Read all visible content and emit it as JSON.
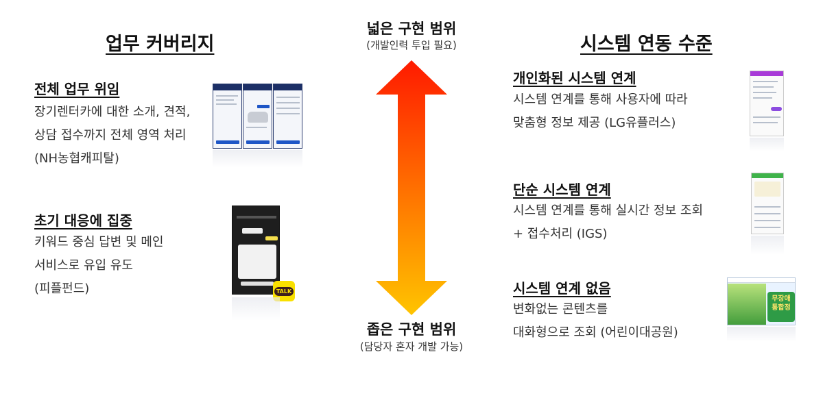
{
  "left": {
    "heading": "업무 커버리지",
    "sections": [
      {
        "title": "전체 업무 위임",
        "lines": [
          "장기렌터카에 대한 소개, 견적,",
          "상담 접수까지 전체 영역 처리",
          "(NH농협캐피탈)"
        ]
      },
      {
        "title": "초기 대응에 집중",
        "lines": [
          "키워드 중심 답변 및 메인",
          "서비스로 유입 유도",
          "(피플펀드)"
        ]
      }
    ]
  },
  "center": {
    "top_title": "넓은 구현 범위",
    "top_note": "(개발인력 투입 필요)",
    "bottom_title": "좁은 구현 범위",
    "bottom_note": "(담당자 혼자 개발 가능)",
    "colors": {
      "arrow_top": "#ff1a00",
      "arrow_bottom": "#ffc400"
    }
  },
  "right": {
    "heading": "시스템 연동 수준",
    "sections": [
      {
        "title": "개인화된 시스템 연계",
        "lines": [
          "시스템 연계를 통해 사용자에 따라",
          "맞춤형 정보 제공 (LG유플러스)"
        ]
      },
      {
        "title": "단순 시스템 연계",
        "lines": [
          "시스템 연계를 통해 실시간 정보 조회",
          "+ 접수처리 (IGS)"
        ]
      },
      {
        "title": "시스템 연계 없음",
        "lines": [
          "변화없는 콘텐츠를",
          "대화형으로 조회 (어린이대공원)"
        ]
      }
    ]
  },
  "thumbnails": {
    "talk_badge": "TALK",
    "park_banner": "무장애 통합정"
  }
}
